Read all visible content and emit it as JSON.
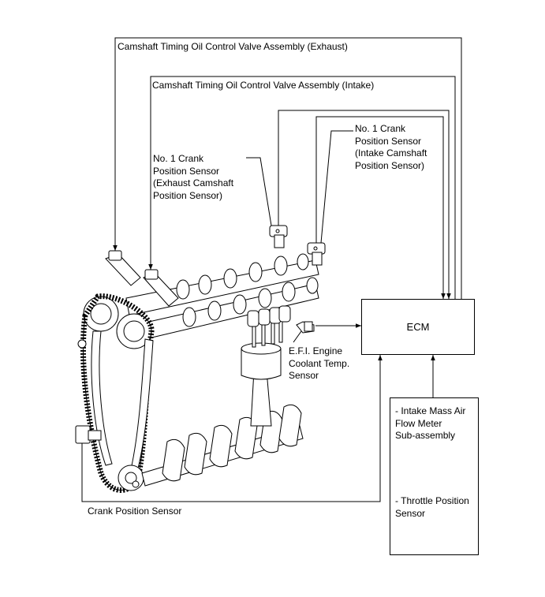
{
  "labels": {
    "exhaust_ocv": "Camshaft Timing Oil Control Valve Assembly (Exhaust)",
    "intake_ocv": "Camshaft Timing Oil Control Valve Assembly (Intake)",
    "crank_exhaust": [
      "No. 1 Crank",
      "Position Sensor",
      "(Exhaust Camshaft",
      "Position Sensor)"
    ],
    "crank_intake": [
      "No. 1 Crank",
      "Position Sensor",
      "(Intake Camshaft",
      "Position Sensor)"
    ],
    "coolant": [
      "E.F.I. Engine",
      "Coolant Temp.",
      "Sensor"
    ],
    "crank_position": "Crank Position Sensor"
  },
  "ecm": {
    "label": "ECM"
  },
  "inputs": {
    "maf": [
      "- Intake Mass Air",
      "Flow Meter",
      "Sub-assembly"
    ],
    "throttle": [
      "- Throttle Position",
      "Sensor"
    ]
  }
}
